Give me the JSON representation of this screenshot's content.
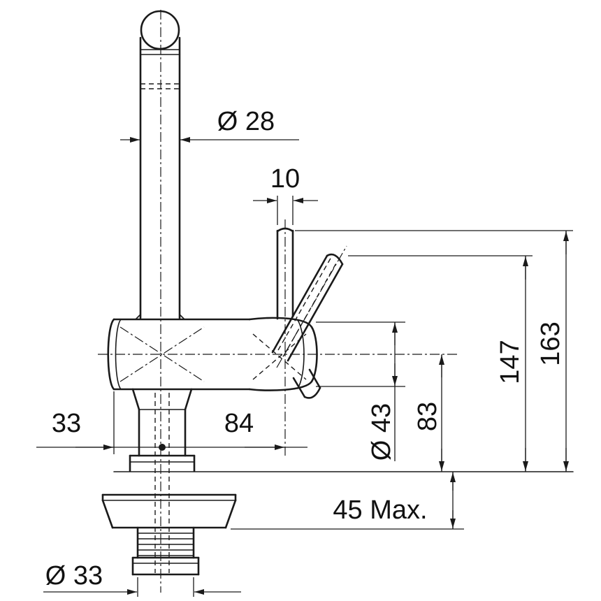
{
  "diagram": {
    "type": "technical-drawing",
    "subject": "Kitchen faucet installation dimension drawing",
    "units": "mm",
    "line_color": "#1a1a1a",
    "background": "#ffffff",
    "dimensions": {
      "spout_diameter": "Ø 28",
      "handle_rod_diameter": "10",
      "spout_center_offset": "33",
      "handle_center_distance": "84",
      "body_diameter": "Ø 43",
      "body_center_height": "83",
      "handle_tip_height": "147",
      "overall_height": "163",
      "max_deck_thickness": "45 Max.",
      "mounting_hole_diameter": "Ø 33"
    }
  }
}
